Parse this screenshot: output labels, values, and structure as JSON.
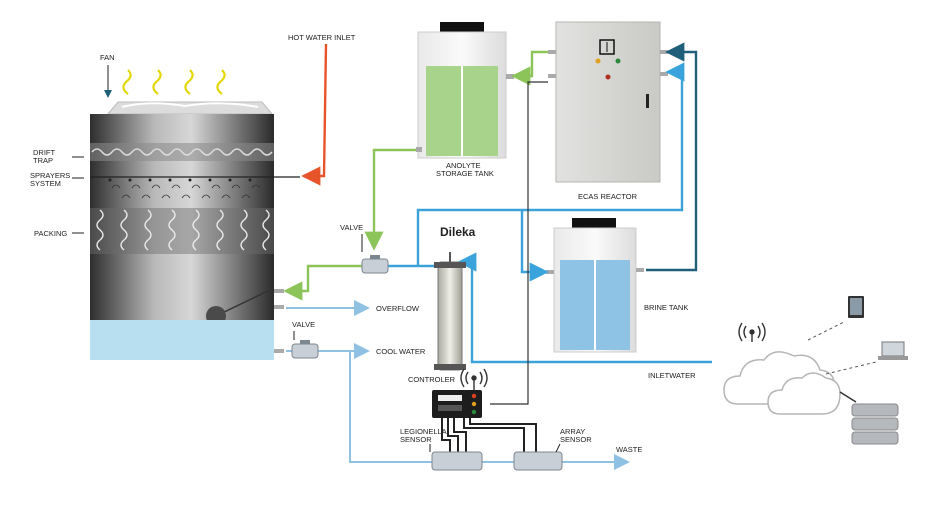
{
  "labels": {
    "fan": "FAN",
    "hot_water_inlet": "HOT WATER INLET",
    "drift_trap_1": "DRIFT",
    "drift_trap_2": "TRAP",
    "sprayers_1": "SPRAYERS",
    "sprayers_2": "SYSTEM",
    "packing": "PACKING",
    "valve_upper": "VALVE",
    "valve_lower": "VALVE",
    "overflow": "OVERFLOW",
    "cool_water": "COOL WATER",
    "anolyte_1": "ANOLYTE",
    "anolyte_2": "STORAGE TANK",
    "ecas_reactor": "ECAS REACTOR",
    "brine_tank": "BRINE TANK",
    "dileka": "Dileka",
    "controler": "CONTROLER",
    "legionella_1": "LEGIONELLA",
    "legionella_2": "SENSOR",
    "array_1": "ARRAY",
    "array_2": "SENSOR",
    "waste": "WASTE",
    "inletwater": "INLETWATER"
  },
  "colors": {
    "hot_water": "#e8542a",
    "anolyte_line": "#8cc45a",
    "water_line": "#3aa3dc",
    "dark_line": "#1f5f7a",
    "light_line": "#8fc1e3",
    "anolyte_fill": "#a8d38a",
    "brine_fill": "#8ec3e6",
    "basin_fill": "#b8dff0"
  },
  "icons": [
    "wifi-icon",
    "tablet-icon",
    "laptop-icon",
    "server-icon",
    "cloud-icon",
    "fan-icon"
  ]
}
